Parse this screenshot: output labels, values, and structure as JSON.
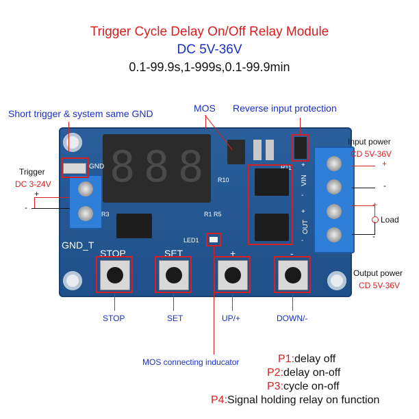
{
  "header": {
    "title": "Trigger Cycle Delay On/Off Relay Module",
    "voltage": "DC 5V-36V",
    "timing": "0.1-99.9s,1-999s,0.1-99.9min"
  },
  "callouts": {
    "short_trigger": "Short trigger & system same GND",
    "mos": "MOS",
    "reverse_protection": "Reverse input protection",
    "trigger": "Trigger",
    "trigger_voltage": "DC 3-24V",
    "trigger_plus": "+",
    "trigger_minus": "-",
    "gnd_t": "GND_T",
    "input_power": "Input power",
    "input_voltage": "CD 5V-36V",
    "input_plus": "+",
    "input_minus": "-",
    "load": "Load",
    "load_plus": "+",
    "load_minus": "-",
    "output_power": "Output power",
    "output_voltage": "CD 5V-36V",
    "mos_indicator": "MOS connecting inducator"
  },
  "buttons": [
    {
      "silk": "STOP",
      "label": "STOP"
    },
    {
      "silk": "SET",
      "label": "SET"
    },
    {
      "silk": "+",
      "label": "UP/+"
    },
    {
      "silk": "-",
      "label": "DOWN/-"
    }
  ],
  "board": {
    "display": "8.8.8",
    "gnd": "GND",
    "vin_plus": "+",
    "vin": "VIN",
    "vin_minus": "-",
    "out_plus": "+",
    "out": "OUT",
    "out_minus": "-",
    "led": "LED1",
    "r1": "R1",
    "r5": "R5",
    "r3": "R3",
    "r10": "R10",
    "r11": "R11"
  },
  "modes": [
    {
      "code": "P1:",
      "desc": "delay off"
    },
    {
      "code": "P2:",
      "desc": "delay on-off"
    },
    {
      "code": "P3:",
      "desc": "cycle on-off"
    },
    {
      "code": "P4:",
      "desc": "Signal holding relay on function"
    }
  ],
  "colors": {
    "accent_red": "#d81e1e",
    "accent_blue": "#1a2fc4",
    "pcb_blue": "#2a5f9b"
  }
}
